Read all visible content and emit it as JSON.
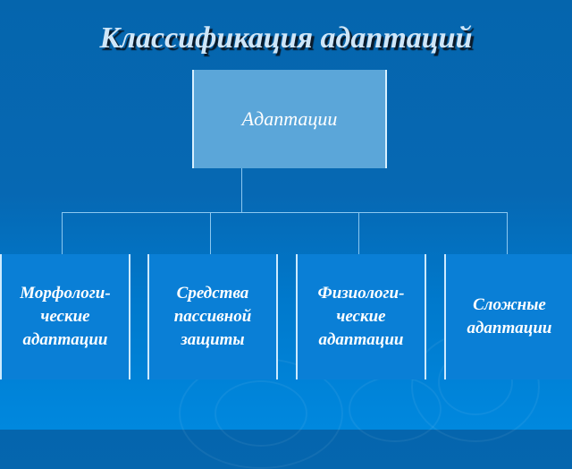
{
  "title": "Классификация адаптаций",
  "root": {
    "label": "Адаптации"
  },
  "children": [
    {
      "label": "Морфологи-\nческие\nадаптации"
    },
    {
      "label": "Средства\nпассивной\nзащиты"
    },
    {
      "label": "Физиологи-\nческие\nадаптации"
    },
    {
      "label": "Сложные\nадаптации"
    }
  ],
  "colors": {
    "background_top": "#0565ad",
    "background_bottom": "#0088de",
    "root_fill": "#5ba6d9",
    "child_fill": "#0a7fd6",
    "connector": "#8cc8f0",
    "title_text": "#cfe6f8"
  }
}
